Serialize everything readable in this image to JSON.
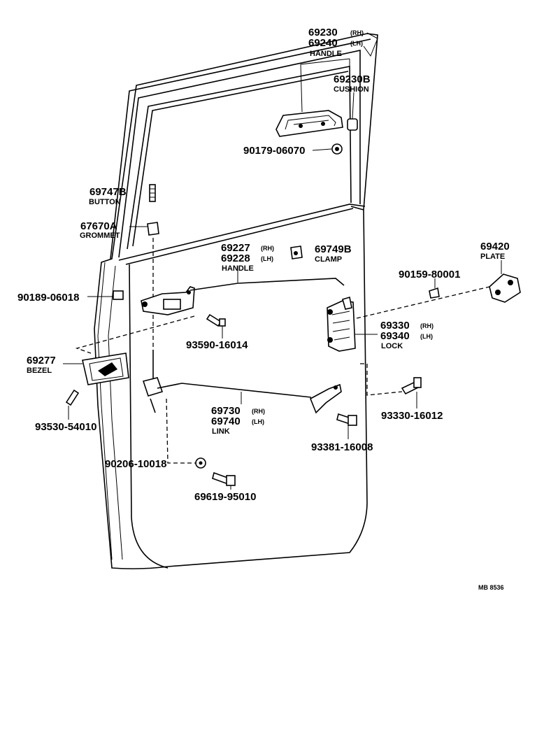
{
  "labels": {
    "handle_outer": {
      "rh": "69230",
      "rh_sfx": "(RH)",
      "lh": "69240",
      "lh_sfx": "(LH)",
      "name": "HANDLE"
    },
    "cushion": {
      "pn": "69230B",
      "name": "CUSHION"
    },
    "nut_outer": {
      "pn": "90179-06070"
    },
    "button": {
      "pn": "69747B",
      "name": "BUTTON"
    },
    "grommet": {
      "pn": "67670A",
      "name": "GROMMET"
    },
    "handle_inner": {
      "rh": "69227",
      "rh_sfx": "(RH)",
      "lh": "69228",
      "lh_sfx": "(LH)",
      "name": "HANDLE"
    },
    "clamp": {
      "pn": "69749B",
      "name": "CLAMP"
    },
    "plate": {
      "pn": "69420",
      "name": "PLATE"
    },
    "screw_plate": {
      "pn": "90159-80001"
    },
    "clip": {
      "pn": "90189-06018"
    },
    "screw_handle": {
      "pn": "93590-16014"
    },
    "lock": {
      "rh": "69330",
      "rh_sfx": "(RH)",
      "lh": "69340",
      "lh_sfx": "(LH)",
      "name": "LOCK"
    },
    "bezel": {
      "pn": "69277",
      "name": "BEZEL"
    },
    "screw_bezel": {
      "pn": "93530-54010"
    },
    "link": {
      "rh": "69730",
      "rh_sfx": "(RH)",
      "lh": "69740",
      "lh_sfx": "(LH)",
      "name": "LINK"
    },
    "screw_lock": {
      "pn": "93330-16012"
    },
    "screw_link": {
      "pn": "93381-16008"
    },
    "washer": {
      "pn": "90206-10018"
    },
    "bolt": {
      "pn": "69619-95010"
    },
    "ref_code": "MB 8536"
  }
}
